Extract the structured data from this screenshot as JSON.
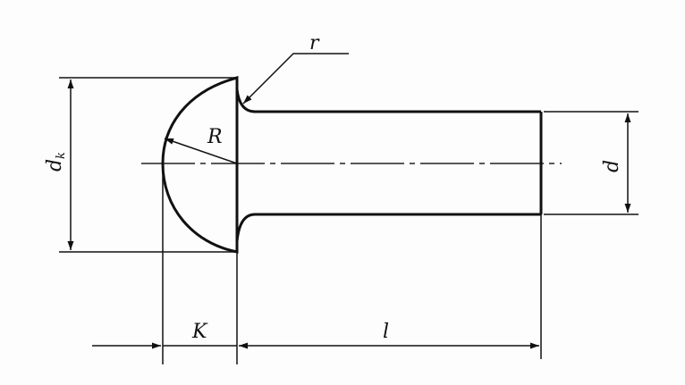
{
  "labels": {
    "fillet_radius": "r",
    "head_radius": "R",
    "head_diameter_main": "d",
    "head_diameter_sub": "k",
    "shank_diameter": "d",
    "head_height": "K",
    "length": "l"
  }
}
